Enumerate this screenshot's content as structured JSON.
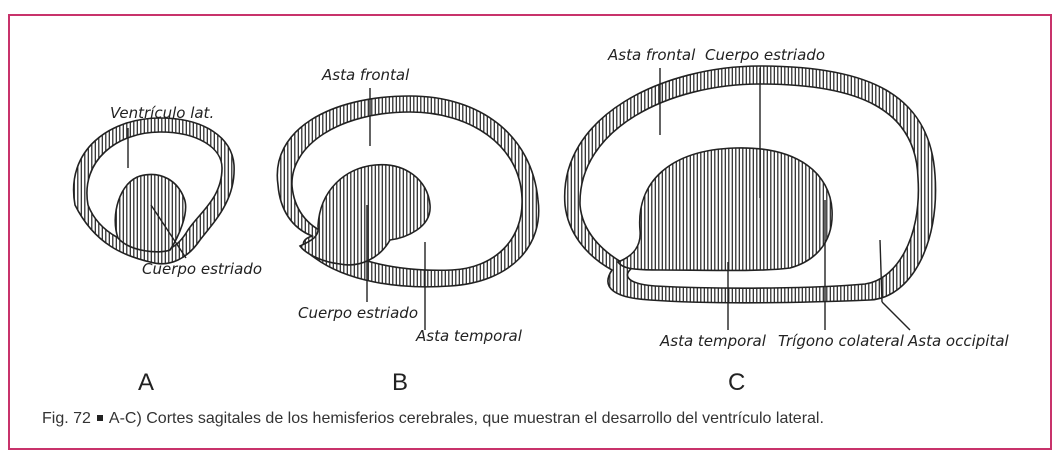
{
  "labels": {
    "a_ventriculo": "Ventrículo lat.",
    "a_cuerpo": "Cuerpo estriado",
    "b_asta_frontal": "Asta frontal",
    "b_cuerpo": "Cuerpo estriado",
    "b_asta_temporal": "Asta temporal",
    "c_asta_frontal": "Asta frontal",
    "c_cuerpo": "Cuerpo estriado",
    "c_asta_temporal": "Asta temporal",
    "c_trigono": "Trígono colateral",
    "c_asta_occipital": "Asta occipital"
  },
  "panels": {
    "a": "A",
    "b": "B",
    "c": "C"
  },
  "caption": {
    "figure": "Fig. 72",
    "text": "A-C) Cortes sagitales de los hemisferios cerebrales, que muestran el desarrollo del ventrículo lateral."
  },
  "colors": {
    "frame": "#c8326b",
    "ink": "#222222"
  }
}
